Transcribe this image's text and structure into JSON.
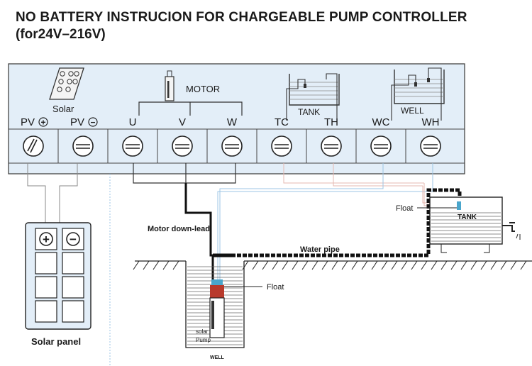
{
  "title": {
    "line1": "NO BATTERY INSTRUCION FOR CHARGEABLE PUMP CONTROLLER",
    "line2": "(for24V–216V)"
  },
  "controller": {
    "solar_label": "Solar",
    "motor_label": "MOTOR",
    "tank_label": "TANK",
    "well_label": "WELL",
    "terminals": [
      {
        "id": "pv-plus",
        "label": "PV",
        "sign": "+"
      },
      {
        "id": "pv-minus",
        "label": "PV",
        "sign": "−"
      },
      {
        "id": "u",
        "label": "U"
      },
      {
        "id": "v",
        "label": "V"
      },
      {
        "id": "w",
        "label": "W"
      },
      {
        "id": "tc",
        "label": "TC"
      },
      {
        "id": "th",
        "label": "TH"
      },
      {
        "id": "wc",
        "label": "WC"
      },
      {
        "id": "wh",
        "label": "WH"
      }
    ]
  },
  "field": {
    "motor_down_lead": "Motor down-lead",
    "water_pipe": "Water pipe",
    "float_tank": "Float",
    "float_well": "Float",
    "tank_label": "TANK",
    "pump_label_1": "solar",
    "pump_label_2": "Pump",
    "well_label": "WELL"
  },
  "solar_panel": {
    "label": "Solar panel",
    "plus_sign": "+",
    "minus_sign": "−"
  },
  "colors": {
    "panel_fill": "#e3eef8",
    "line": "#222222",
    "wire_gray": "#8a8a8a",
    "wire_blue": "#9ec6e4",
    "wire_pink": "#e6b8b0",
    "float_blue": "#4aa6cc",
    "pump_red": "#b83a2c"
  }
}
